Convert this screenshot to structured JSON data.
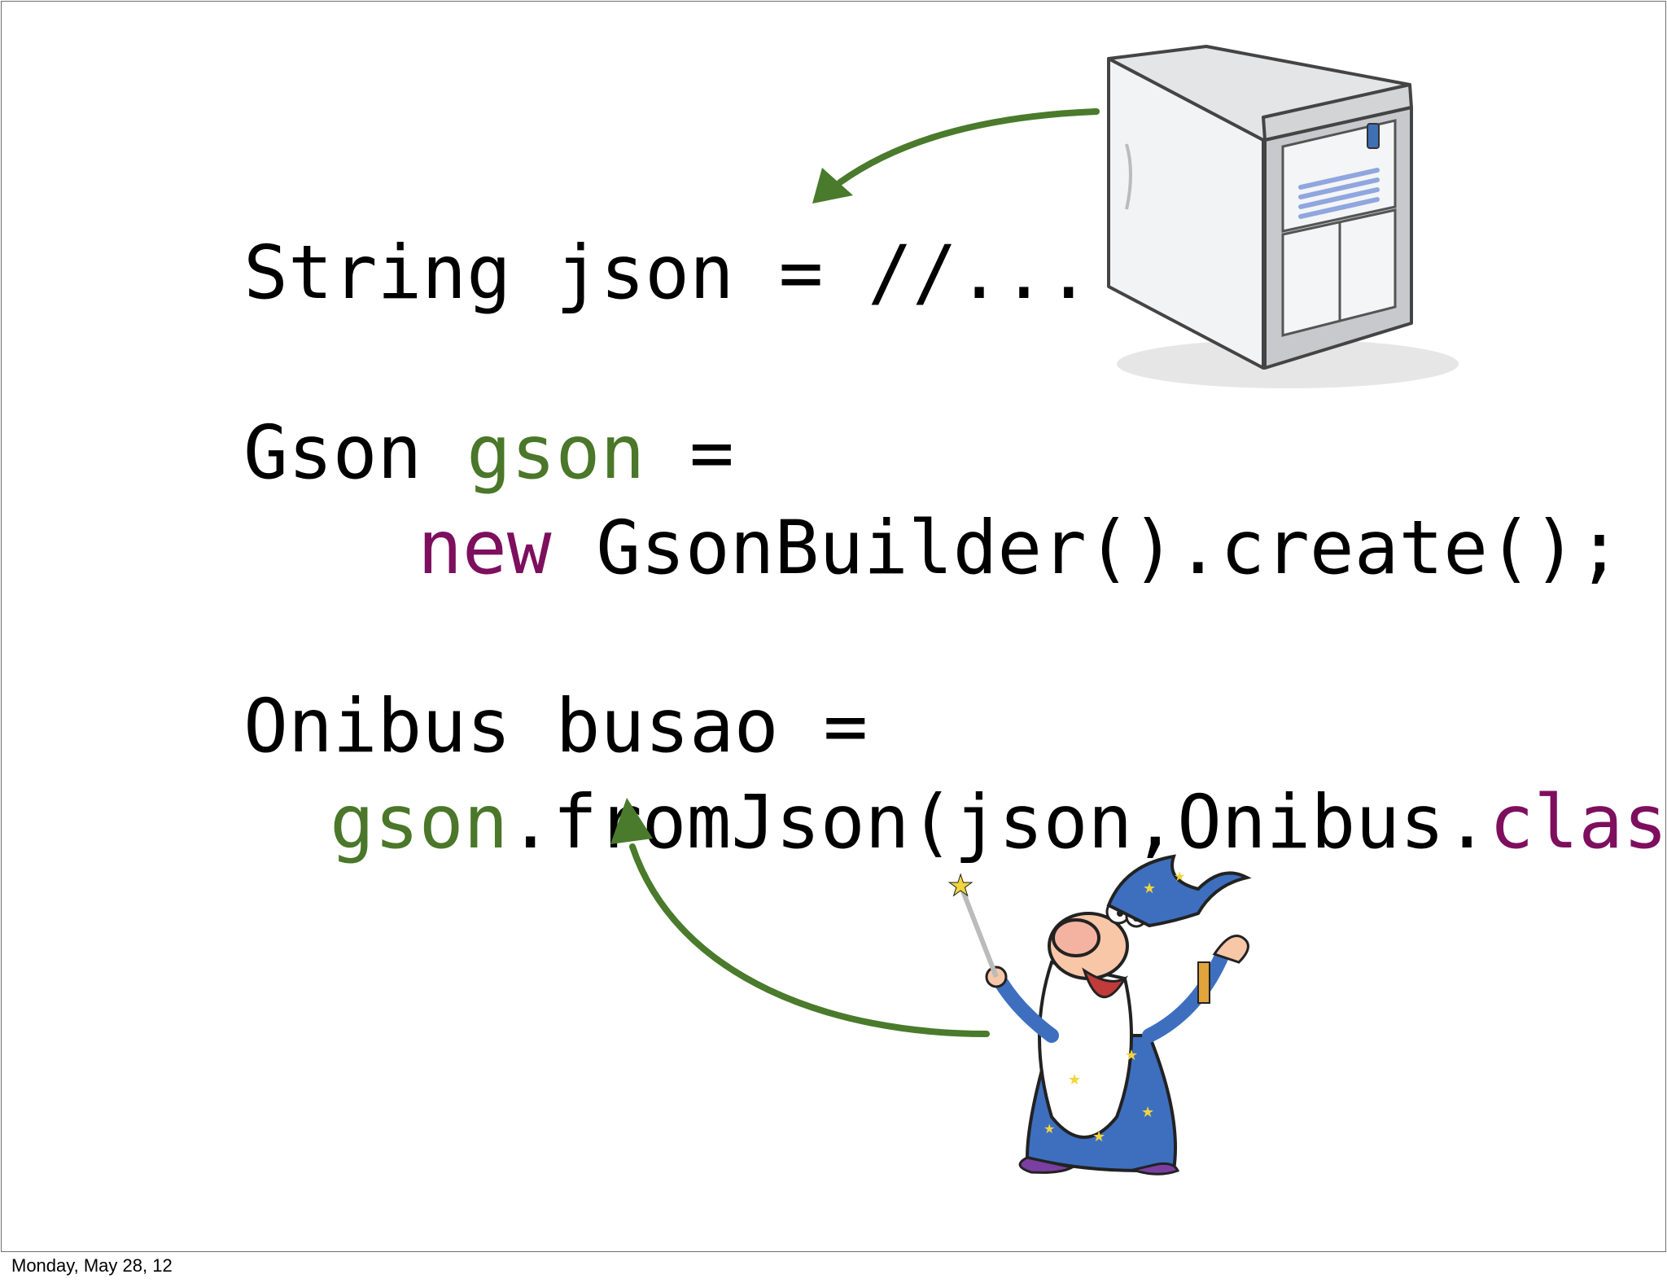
{
  "code": {
    "line1": "String json = //...",
    "line2_type": "Gson ",
    "line2_var": "gson",
    "line2_eq": " =",
    "line3_kw": "new",
    "line3_rest": " GsonBuilder().create();",
    "line4": "Onibus busao =",
    "line5_var": "gson",
    "line5_mid": ".fromJson(json,Onibus.",
    "line5_kw": "class",
    "line5_end": ");"
  },
  "footer": {
    "date": "Monday, May 28, 12"
  },
  "icons": [
    "server-icon",
    "wizard-icon"
  ],
  "colors": {
    "keyword": "#7d0f5e",
    "variable": "#4a7729",
    "arrow": "#4a7a2b"
  }
}
